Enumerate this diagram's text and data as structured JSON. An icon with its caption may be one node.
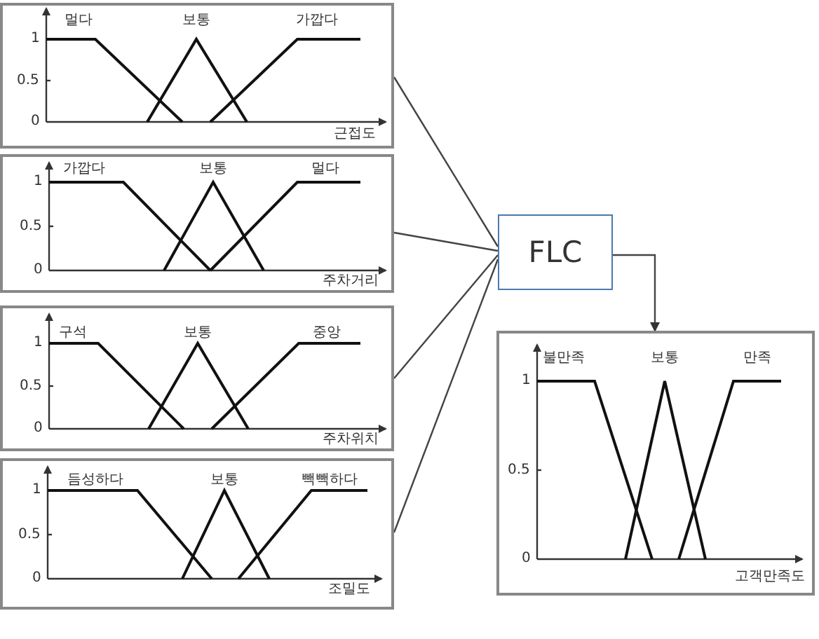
{
  "diagram": {
    "nodes": [
      {
        "text": [
          "멀다",
          "보통",
          "가깝다",
          "1",
          "0.5",
          "0",
          "근접도"
        ]
      },
      {
        "text": [
          "가깝다",
          "보통",
          "멀다",
          "1",
          "0.5",
          "0",
          "주차거리"
        ]
      },
      {
        "text": [
          "구석",
          "보통",
          "중앙",
          "1",
          "0.5",
          "0",
          "주차위치"
        ]
      },
      {
        "text": [
          "듬성하다",
          "보통",
          "빽빽하다",
          "1",
          "0.5",
          "0",
          "조밀도"
        ]
      },
      {
        "text": [
          "FLC"
        ]
      },
      {
        "text": [
          "불만족",
          "보통",
          "만족",
          "1",
          "0.5",
          "0",
          "고객만족도"
        ]
      }
    ],
    "edges": [
      {
        "from": 0,
        "to": 4,
        "arrow": "none"
      },
      {
        "from": 1,
        "to": 4,
        "arrow": "none"
      },
      {
        "from": 2,
        "to": 4,
        "arrow": "none"
      },
      {
        "from": 3,
        "to": 4,
        "arrow": "none"
      },
      {
        "from": 4,
        "to": 5,
        "arrow": "to"
      }
    ]
  }
}
